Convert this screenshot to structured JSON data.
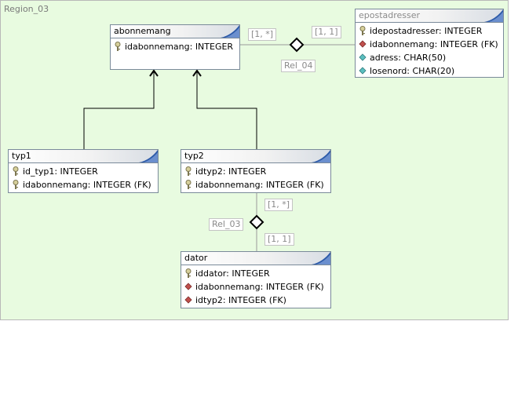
{
  "region": {
    "title": "Region_03"
  },
  "entities": {
    "abonnemang": {
      "title": "abonnemang",
      "columns": [
        {
          "text": "idabonnemang: INTEGER",
          "icon": "key-icon"
        }
      ]
    },
    "epostadresser": {
      "title": "epostadresser",
      "columns": [
        {
          "text": "idepostadresser: INTEGER",
          "icon": "key-icon"
        },
        {
          "text": "idabonnemang: INTEGER (FK)",
          "icon": "foreign-key-icon"
        },
        {
          "text": "adress: CHAR(50)",
          "icon": "attribute-icon"
        },
        {
          "text": "losenord: CHAR(20)",
          "icon": "attribute-icon"
        }
      ]
    },
    "typ1": {
      "title": "typ1",
      "columns": [
        {
          "text": "id_typ1: INTEGER",
          "icon": "key-icon"
        },
        {
          "text": "idabonnemang: INTEGER (FK)",
          "icon": "key-icon"
        }
      ]
    },
    "typ2": {
      "title": "typ2",
      "columns": [
        {
          "text": "idtyp2: INTEGER",
          "icon": "key-icon"
        },
        {
          "text": "idabonnemang: INTEGER (FK)",
          "icon": "key-icon"
        }
      ]
    },
    "dator": {
      "title": "dator",
      "columns": [
        {
          "text": "iddator: INTEGER",
          "icon": "key-icon"
        },
        {
          "text": "idabonnemang: INTEGER (FK)",
          "icon": "foreign-key-icon"
        },
        {
          "text": "idtyp2: INTEGER (FK)",
          "icon": "foreign-key-icon"
        }
      ]
    }
  },
  "relations": {
    "rel_04": {
      "name": "Rel_04",
      "card_left": "[1, *]",
      "card_right": "[1, 1]"
    },
    "rel_03": {
      "name": "Rel_03",
      "card_top": "[1, *]",
      "card_bottom": "[1, 1]"
    }
  },
  "colors": {
    "region_bg": "#e8fbe0",
    "header_accent": "#2c5aa8",
    "key_icon": "#a8a070",
    "foreign_key_icon": "#c0504d",
    "attribute_icon": "#5bbfc0"
  }
}
